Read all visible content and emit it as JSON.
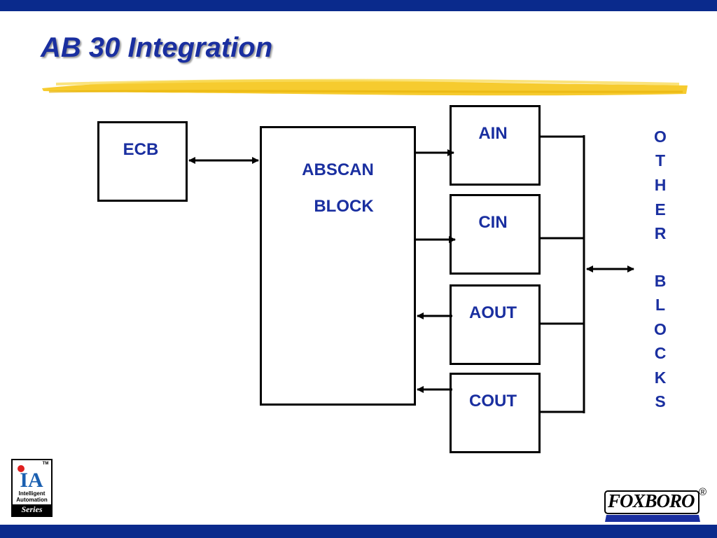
{
  "slide": {
    "title": "AB 30 Integration"
  },
  "diagram": {
    "ecb_label": "ECB",
    "abscan_line1": "ABSCAN",
    "abscan_line2": "BLOCK",
    "ain_label": "AIN",
    "cin_label": "CIN",
    "aout_label": "AOUT",
    "cout_label": "COUT",
    "other_blocks": [
      "O",
      "T",
      "H",
      "E",
      "R",
      "B",
      "L",
      "O",
      "C",
      "K",
      "S"
    ]
  },
  "logos": {
    "ia_mark": "IA",
    "ia_line1": "Intelligent",
    "ia_line2": "Automation",
    "ia_line3": "Series",
    "ia_tm": "TM",
    "foxboro": "FOXBORO",
    "foxboro_reg": "®"
  },
  "colors": {
    "band": "#0a2a8c",
    "text": "#1a2fa0",
    "highlight": "#f5c518"
  }
}
